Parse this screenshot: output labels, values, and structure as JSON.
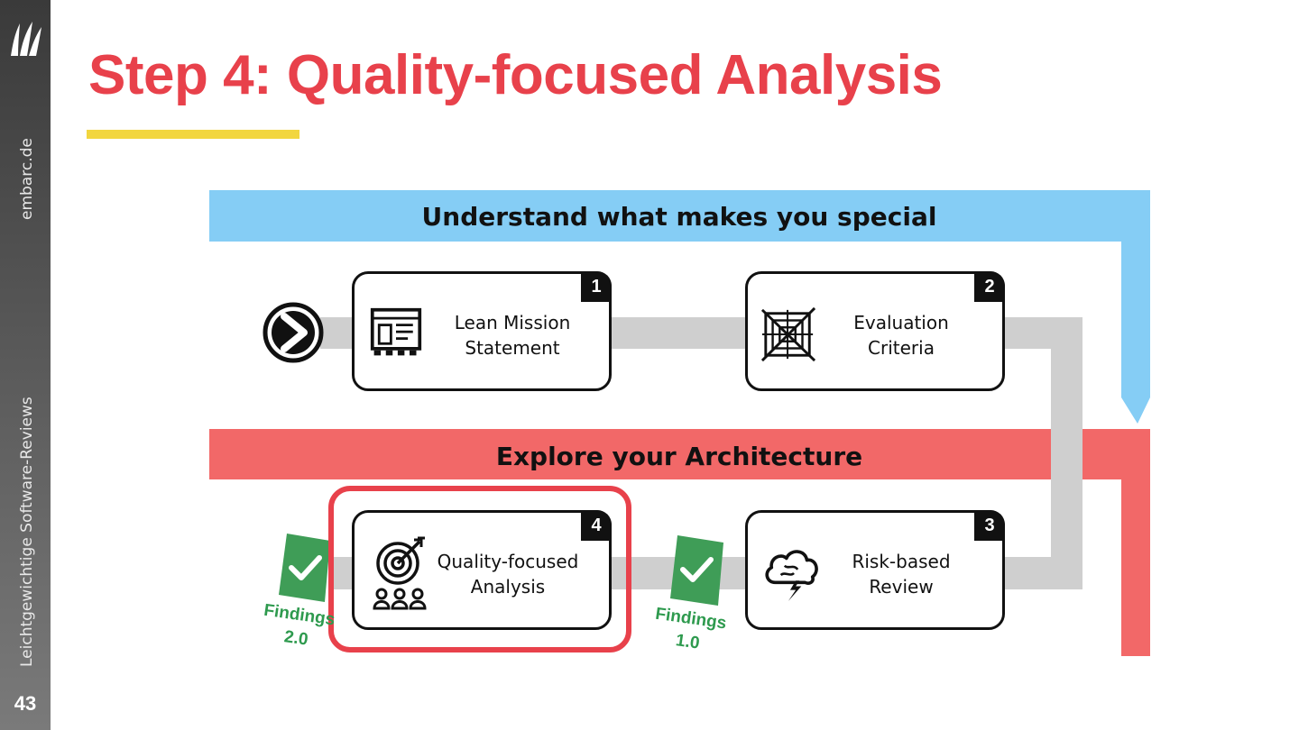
{
  "sidebar": {
    "site": "embarc.de",
    "deck_title": "Leichtgewichtige Software-Reviews",
    "page_number": "43"
  },
  "slide": {
    "title": "Step 4: Quality-focused Analysis"
  },
  "diagram": {
    "bands": [
      {
        "label": "Understand what makes you special",
        "color": "#85cdf5"
      },
      {
        "label": "Explore your Architecture",
        "color": "#f26868"
      }
    ],
    "steps": [
      {
        "number": "1",
        "label": "Lean Mission\nStatement",
        "icon": "mission-statement-icon"
      },
      {
        "number": "2",
        "label": "Evaluation\nCriteria",
        "icon": "spider-web-icon"
      },
      {
        "number": "3",
        "label": "Risk-based\nReview",
        "icon": "storm-cloud-icon"
      },
      {
        "number": "4",
        "label": "Quality-focused\nAnalysis",
        "icon": "target-team-icon"
      }
    ],
    "findings": [
      {
        "label": "Findings\n2.0"
      },
      {
        "label": "Findings\n1.0"
      }
    ],
    "colors": {
      "accent": "#e8414b",
      "title_underline": "#f2d63f",
      "flow_path": "#cfcfcf",
      "check_green": "#3f9d57"
    }
  }
}
